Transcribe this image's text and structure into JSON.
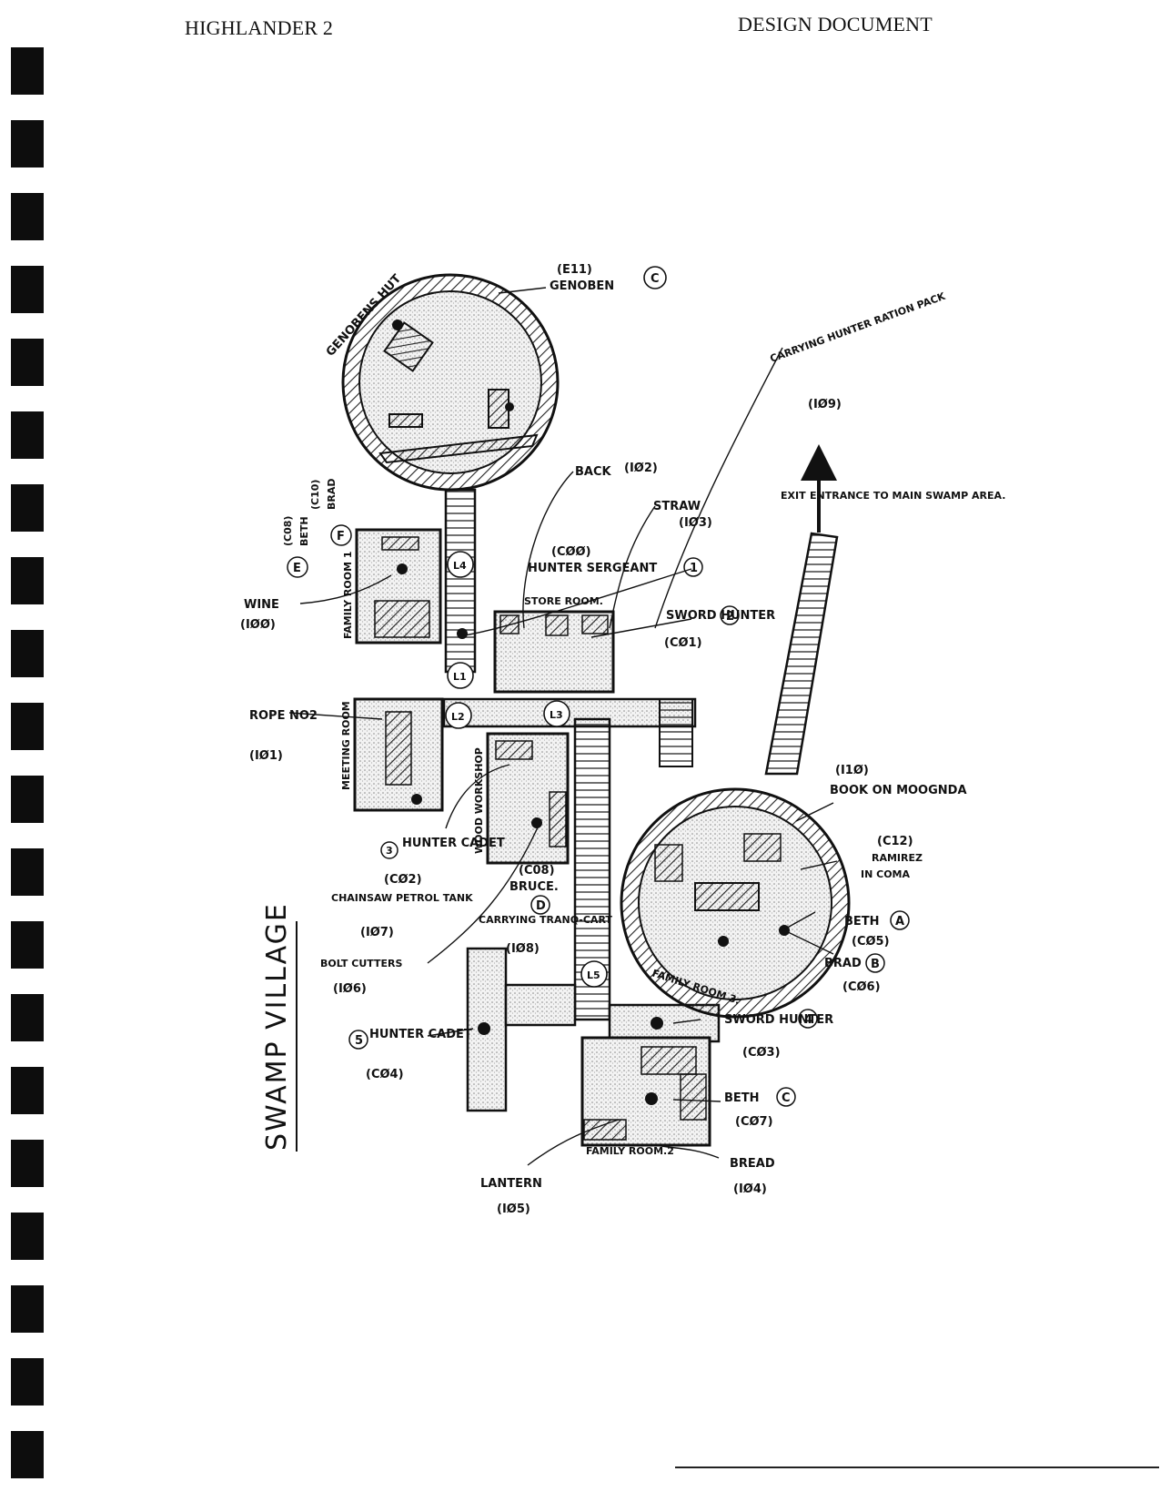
{
  "header": {
    "left": "HIGHLANDER 2",
    "right": "DESIGN DOCUMENT"
  },
  "map": {
    "title": "SWAMP VILLAGE",
    "labels": {
      "genoben_code": "(E11)",
      "genoben": "GENOBEN",
      "genoben_tag": "C",
      "genobens_hut": "GENOBENS HUT",
      "carrying_ration": "CARRYING HUNTER RATION PACK",
      "ration_code": "(IØ9)",
      "back": "BACK",
      "back_code": "(IØ2)",
      "straw": "STRAW",
      "straw_code": "(IØ3)",
      "beth_code": "(C08)",
      "beth": "BETH",
      "brad_code": "(C10)",
      "brad": "BRAD",
      "tag_e": "E",
      "tag_f": "F",
      "hunter_sergeant_code": "(CØØ)",
      "hunter_sergeant": "HUNTER SERGEANT",
      "hunter_sergeant_tag": "1",
      "exit": "EXIT",
      "entrance": "ENTRANCE TO MAIN SWAMP AREA.",
      "wine": "WINE",
      "wine_code": "(IØØ)",
      "family_room_1": "FAMILY ROOM 1",
      "store_room": "STORE ROOM.",
      "sword_hunter_1": "SWORD HUNTER",
      "sword_hunter_1_tag": "2",
      "sword_hunter_1_code": "(CØ1)",
      "l1": "L1",
      "l2": "L2",
      "l3": "L3",
      "l4": "L4",
      "l5": "L5",
      "rope": "ROPE NO2",
      "rope_code": "(IØ1)",
      "meeting_room": "MEETING ROOM",
      "wood_workshop": "WOOD WORKSHOP",
      "hunter_cadet_1_tag": "3",
      "hunter_cadet_1": "HUNTER CADET",
      "hunter_cadet_1_code": "(CØ2)",
      "book_code": "(I1Ø)",
      "book": "BOOK ON MOOGNDA",
      "ramirez_code": "(C12)",
      "ramirez": "RAMIREZ",
      "ramirez_note": "IN COMA",
      "chainsaw": "CHAINSAW PETROL TANK",
      "chainsaw_code": "(IØ7)",
      "bruce_code": "(C08)",
      "bruce": "BRUCE.",
      "bruce_tag": "D",
      "tranq": "CARRYING TRANQ-CART",
      "tranq_code": "(IØ8)",
      "beth_a": "BETH",
      "beth_a_tag": "A",
      "beth_a_code": "(CØ5)",
      "brad_b": "BRAD",
      "brad_b_tag": "B",
      "brad_b_code": "(CØ6)",
      "bolt_cutters": "BOLT CUTTERS",
      "bolt_code": "(IØ6)",
      "family_room_3": "FAMILY ROOM 3.",
      "hunter_cadet_2_tag": "5",
      "hunter_cadet_2": "HUNTER CADET",
      "hunter_cadet_2_code": "(CØ4)",
      "sword_hunter_2": "SWORD HUNTER",
      "sword_hunter_2_tag": "4",
      "sword_hunter_2_code": "(CØ3)",
      "beth_c": "BETH",
      "beth_c_tag": "C",
      "beth_c_code": "(CØ7)",
      "family_room_2": "FAMILY ROOM.2",
      "lantern": "LANTERN",
      "lantern_code": "(IØ5)",
      "bread": "BREAD",
      "bread_code": "(IØ4)"
    }
  }
}
